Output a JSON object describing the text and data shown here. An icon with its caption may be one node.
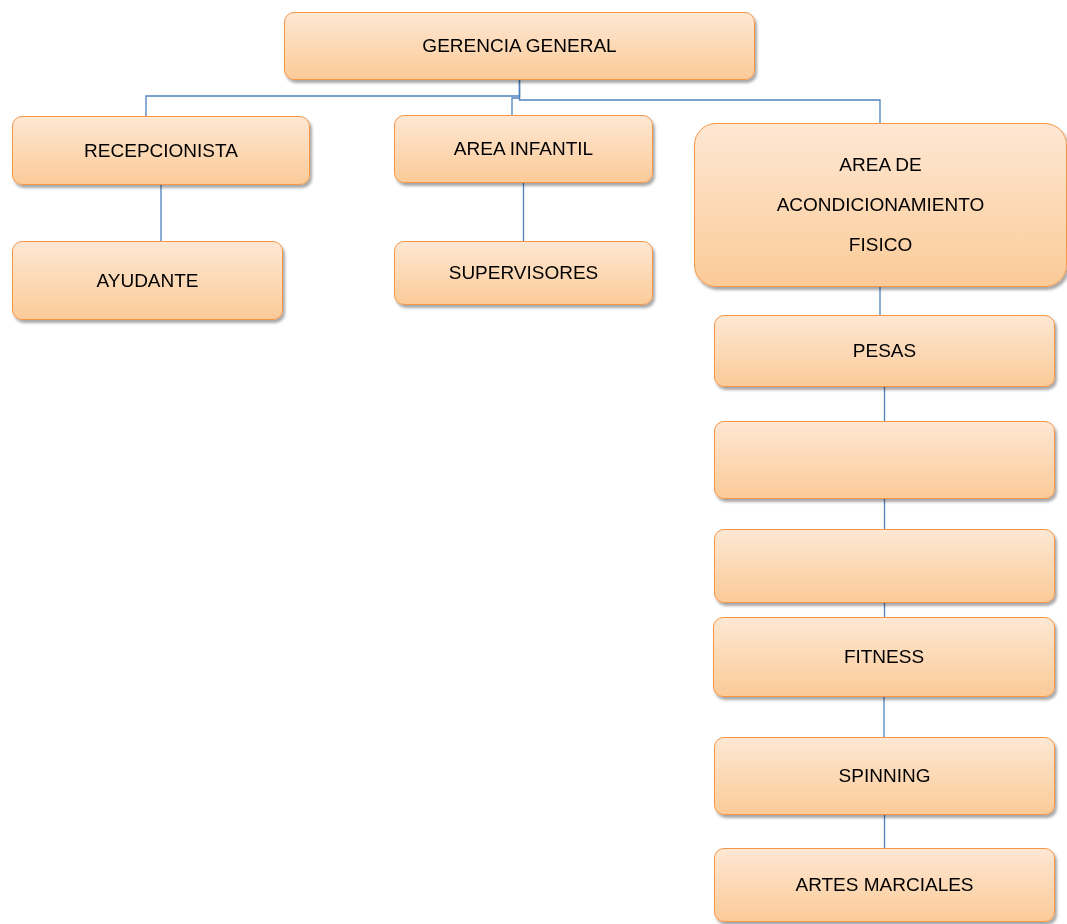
{
  "diagram": {
    "nodes": [
      {
        "text": [
          "GERENCIA GENERAL"
        ]
      },
      {
        "text": [
          "RECEPCIONISTA"
        ]
      },
      {
        "text": [
          "AREA INFANTIL"
        ]
      },
      {
        "text": [
          "AREA DE ACONDICIONAMIENTO FISICO"
        ]
      },
      {
        "text": [
          "AYUDANTE"
        ]
      },
      {
        "text": [
          "SUPERVISORES"
        ]
      },
      {
        "text": [
          "PESAS"
        ]
      },
      {
        "text": [],
        "shape": "box"
      },
      {
        "text": [],
        "shape": "box"
      },
      {
        "text": [
          "FITNESS"
        ]
      },
      {
        "text": [
          "SPINNING"
        ]
      },
      {
        "text": [
          "ARTES MARCIALES"
        ]
      }
    ],
    "edges": [
      {
        "from": 0,
        "to": 1,
        "arrow": "none"
      },
      {
        "from": 0,
        "to": 2,
        "arrow": "none"
      },
      {
        "from": 0,
        "to": 3,
        "arrow": "none"
      },
      {
        "from": 1,
        "to": 4,
        "arrow": "none"
      },
      {
        "from": 2,
        "to": 5,
        "arrow": "none"
      },
      {
        "from": 3,
        "to": 6,
        "arrow": "none"
      },
      {
        "from": 6,
        "to": 7,
        "arrow": "none"
      },
      {
        "from": 7,
        "to": 8,
        "arrow": "none"
      },
      {
        "from": 8,
        "to": 9,
        "arrow": "none"
      },
      {
        "from": 9,
        "to": 10,
        "arrow": "none"
      },
      {
        "from": 10,
        "to": 11,
        "arrow": "none"
      }
    ]
  }
}
